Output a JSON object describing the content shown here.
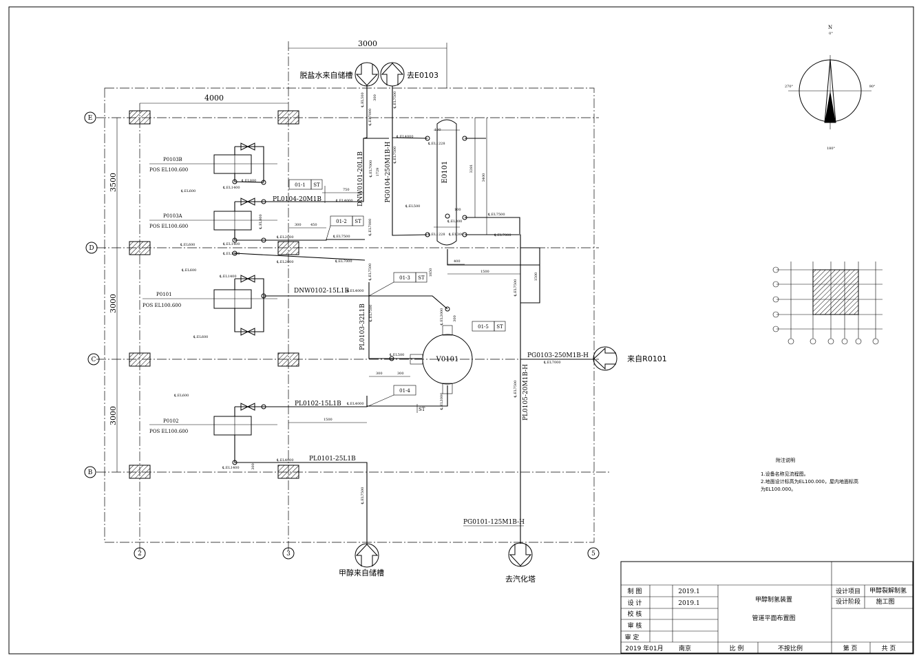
{
  "dimensions": {
    "top": "3000",
    "left_upper": "4000",
    "v_3500": "3500",
    "v_3000a": "3000",
    "v_3000b": "3000"
  },
  "axes": {
    "E": "E",
    "D": "D",
    "C": "C",
    "B": "B",
    "c2": "2",
    "c3": "3",
    "c5": "5"
  },
  "arrows": {
    "desalt_in": "脱盐水来自储槽",
    "to_e0103": "去E0103",
    "from_r0101": "来自R0101",
    "methanol_in": "甲醇来自储槽",
    "to_stripper": "去汽化塔"
  },
  "equipment": {
    "p0103b_tag": "P0103B",
    "p0103b_pos": "POS EL100.600",
    "p0103a_tag": "P0103A",
    "p0103a_pos": "POS EL100.600",
    "p0101_tag": "P0101",
    "p0101_pos": "POS EL100.600",
    "p0102_tag": "P0102",
    "p0102_pos": "POS EL100.600",
    "e0101": "E0101",
    "v0101": "V0101"
  },
  "lines": {
    "pl0104": "PL0104-20M1B",
    "dnw0101": "DNW0101-20L1B",
    "pg0104": "PG0104-250M1B-H",
    "dnw0102": "DNW0102-15L1B",
    "pl0103": "PL0103-32L1B",
    "pg0103": "PG0103-250M1B-H",
    "pl0105": "PL0105-20M1B-H",
    "pl0102": "PL0102-15L1B",
    "pl0101": "PL0101-25L1B",
    "pg0101": "PG0101-125M1B-H"
  },
  "tags": {
    "t011": "01-1",
    "t012": "01-2",
    "t013": "01-3",
    "t014": "01-4",
    "t015": "01-5",
    "st": "ST"
  },
  "elevations": {
    "el500": "℄.EL500",
    "el7500": "℄.EL7500",
    "el4000": "℄.EL4000",
    "el600": "℄.EL600",
    "el1400": "℄.EL1400",
    "el800": "℄.EL800",
    "el2000": "℄.EL2000",
    "el7000": "℄.EL7000",
    "el1228": "℄.EL1228",
    "el300": "℄.EL300",
    "el3000": "℄.EL3000"
  },
  "small_dims": {
    "d300": "300",
    "d750": "750",
    "d450": "450",
    "d1729": "1729",
    "d100": "100",
    "d400": "400",
    "d1500": "1500",
    "d1850": "1850",
    "d3281": "3281",
    "d3400": "3400",
    "d1500b": "1500"
  },
  "compass": {
    "n": "N",
    "n0": "0°",
    "e": "90°",
    "w": "270°",
    "s": "180°"
  },
  "notes": {
    "title": "附注说明",
    "line1": "1.设备名称见流程图。",
    "line2": "2.地面设计标高为EL100.000，屋内地面标高",
    "line3": "为EL100.000。"
  },
  "title_block": {
    "zhitu": "制 图",
    "sheji": "设 计",
    "jiaohe": "校 核",
    "shenhe": "审 核",
    "shending": "审 定",
    "date1": "2019.1",
    "date2": "2019.1",
    "project_name": "甲醇制氢装置",
    "drawing_name": "管道平面布置图",
    "design_project_label": "设计项目",
    "design_project_value": "甲醇裂解制氢",
    "design_stage_label": "设计阶段",
    "design_stage_value": "施工图",
    "year_month": "2019 年01月",
    "city": "南京",
    "scale_label": "比 例",
    "scale_value": "不按比例",
    "page_label": "第   页",
    "total_label": "共   页"
  }
}
